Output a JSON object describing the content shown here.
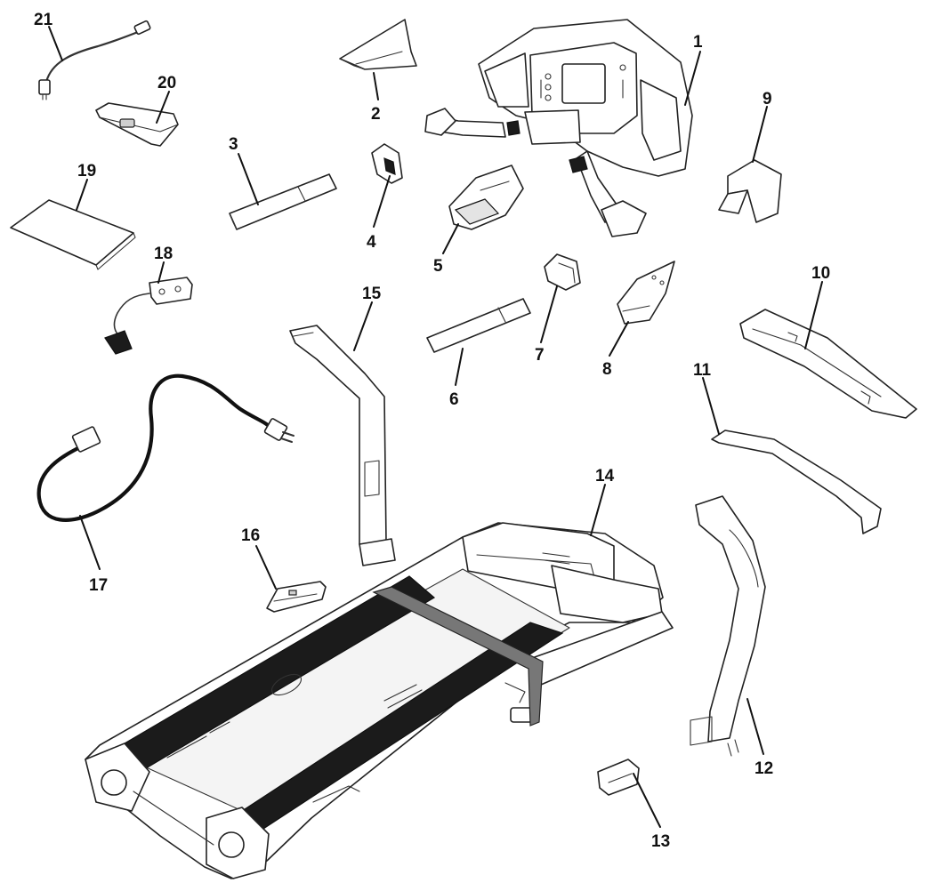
{
  "callouts": [
    {
      "id": "c1",
      "text": "1"
    },
    {
      "id": "c2",
      "text": "2"
    },
    {
      "id": "c3",
      "text": "3"
    },
    {
      "id": "c4",
      "text": "4"
    },
    {
      "id": "c5",
      "text": "5"
    },
    {
      "id": "c6",
      "text": "6"
    },
    {
      "id": "c7",
      "text": "7"
    },
    {
      "id": "c8",
      "text": "8"
    },
    {
      "id": "c9",
      "text": "9"
    },
    {
      "id": "c10",
      "text": "10"
    },
    {
      "id": "c11",
      "text": "11"
    },
    {
      "id": "c12",
      "text": "12"
    },
    {
      "id": "c13",
      "text": "13"
    },
    {
      "id": "c14",
      "text": "14"
    },
    {
      "id": "c15",
      "text": "15"
    },
    {
      "id": "c16",
      "text": "16"
    },
    {
      "id": "c17",
      "text": "17"
    },
    {
      "id": "c18",
      "text": "18"
    },
    {
      "id": "c19",
      "text": "19"
    },
    {
      "id": "c20",
      "text": "20"
    },
    {
      "id": "c21",
      "text": "21"
    }
  ],
  "colors": {
    "ink": "#111111",
    "belt": "#1b1b1b",
    "strap": "#555555",
    "paper": "#ffffff"
  }
}
